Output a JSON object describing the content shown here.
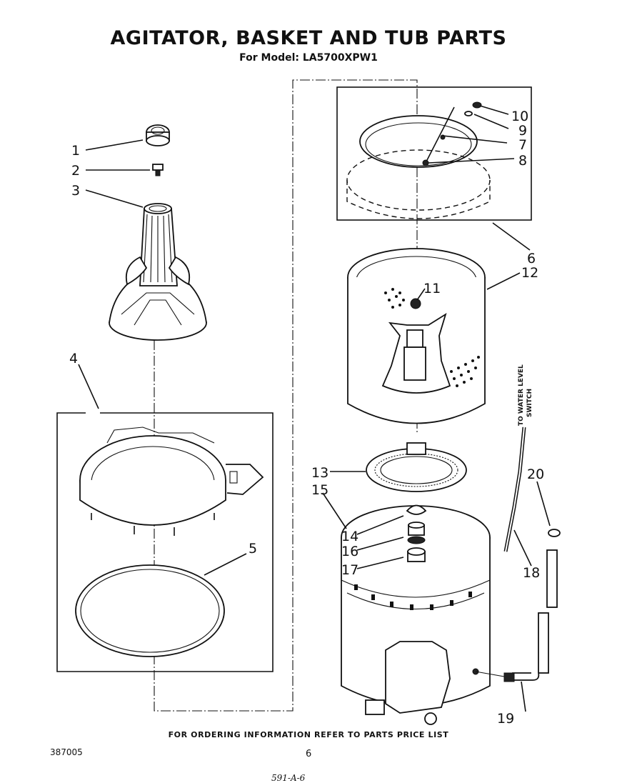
{
  "header": {
    "title": "AGITATOR, BASKET AND TUB PARTS",
    "subtitle": "For Model: LA5700XPW1"
  },
  "callouts": [
    "1",
    "2",
    "3",
    "4",
    "5",
    "6",
    "7",
    "8",
    "9",
    "10",
    "11",
    "12",
    "13",
    "14",
    "15",
    "16",
    "17",
    "18",
    "19",
    "20"
  ],
  "labels": {
    "water_level": "TO WATER LEVEL",
    "switch": "SWITCH"
  },
  "footer": {
    "ordering_note": "FOR ORDERING INFORMATION REFER TO PARTS PRICE LIST",
    "document_number": "387005",
    "page_number": "6",
    "handwritten_note": "591-A-6"
  }
}
